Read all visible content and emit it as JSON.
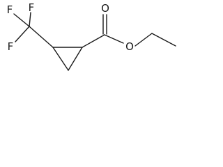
{
  "molecule": {
    "atoms": {
      "f_top_left": "F",
      "f_top": "F",
      "f_left": "F",
      "o_carbonyl": "O",
      "o_ester": "O"
    }
  },
  "colors": {
    "bond": "#1a1a1a",
    "label": "#1a1a1a",
    "background": "#ffffff"
  }
}
